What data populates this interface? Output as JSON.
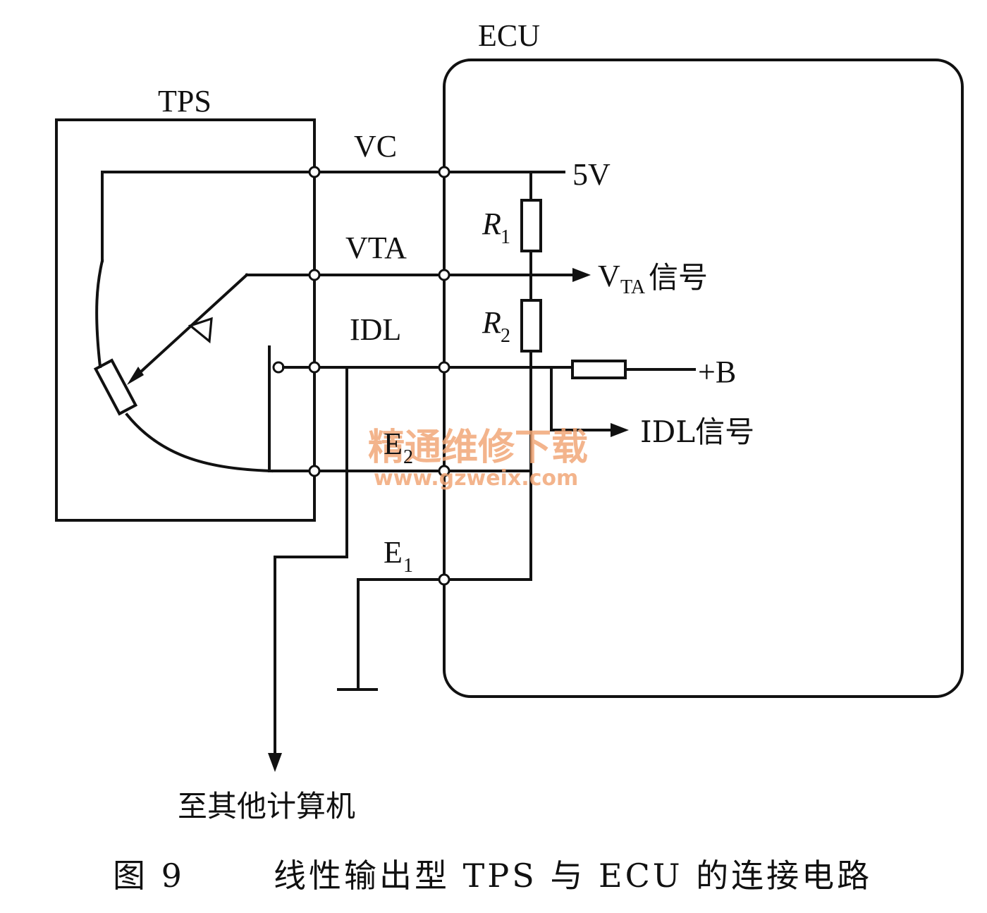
{
  "labels": {
    "ecu": "ECU",
    "tps": "TPS",
    "vc": "VC",
    "vta": "VTA",
    "idl": "IDL",
    "five_v": "5V",
    "r1_main": "R",
    "r1_sub": "1",
    "r2_main": "R",
    "r2_sub": "2",
    "vta_signal_main": "V",
    "vta_signal_sub": "TA",
    "vta_signal_suffix": "信号",
    "plus_b": "+B",
    "idl_signal": "IDL信号",
    "e2_main": "E",
    "e2_sub": "2",
    "e1_main": "E",
    "e1_sub": "1",
    "to_other_computers": "至其他计算机"
  },
  "caption": {
    "figure_number": "图 9",
    "title": "线性输出型 TPS 与 ECU 的连接电路"
  },
  "watermark": {
    "text": "精通维修下载",
    "url": "www.gzweix.com",
    "color": "#f2a878"
  }
}
